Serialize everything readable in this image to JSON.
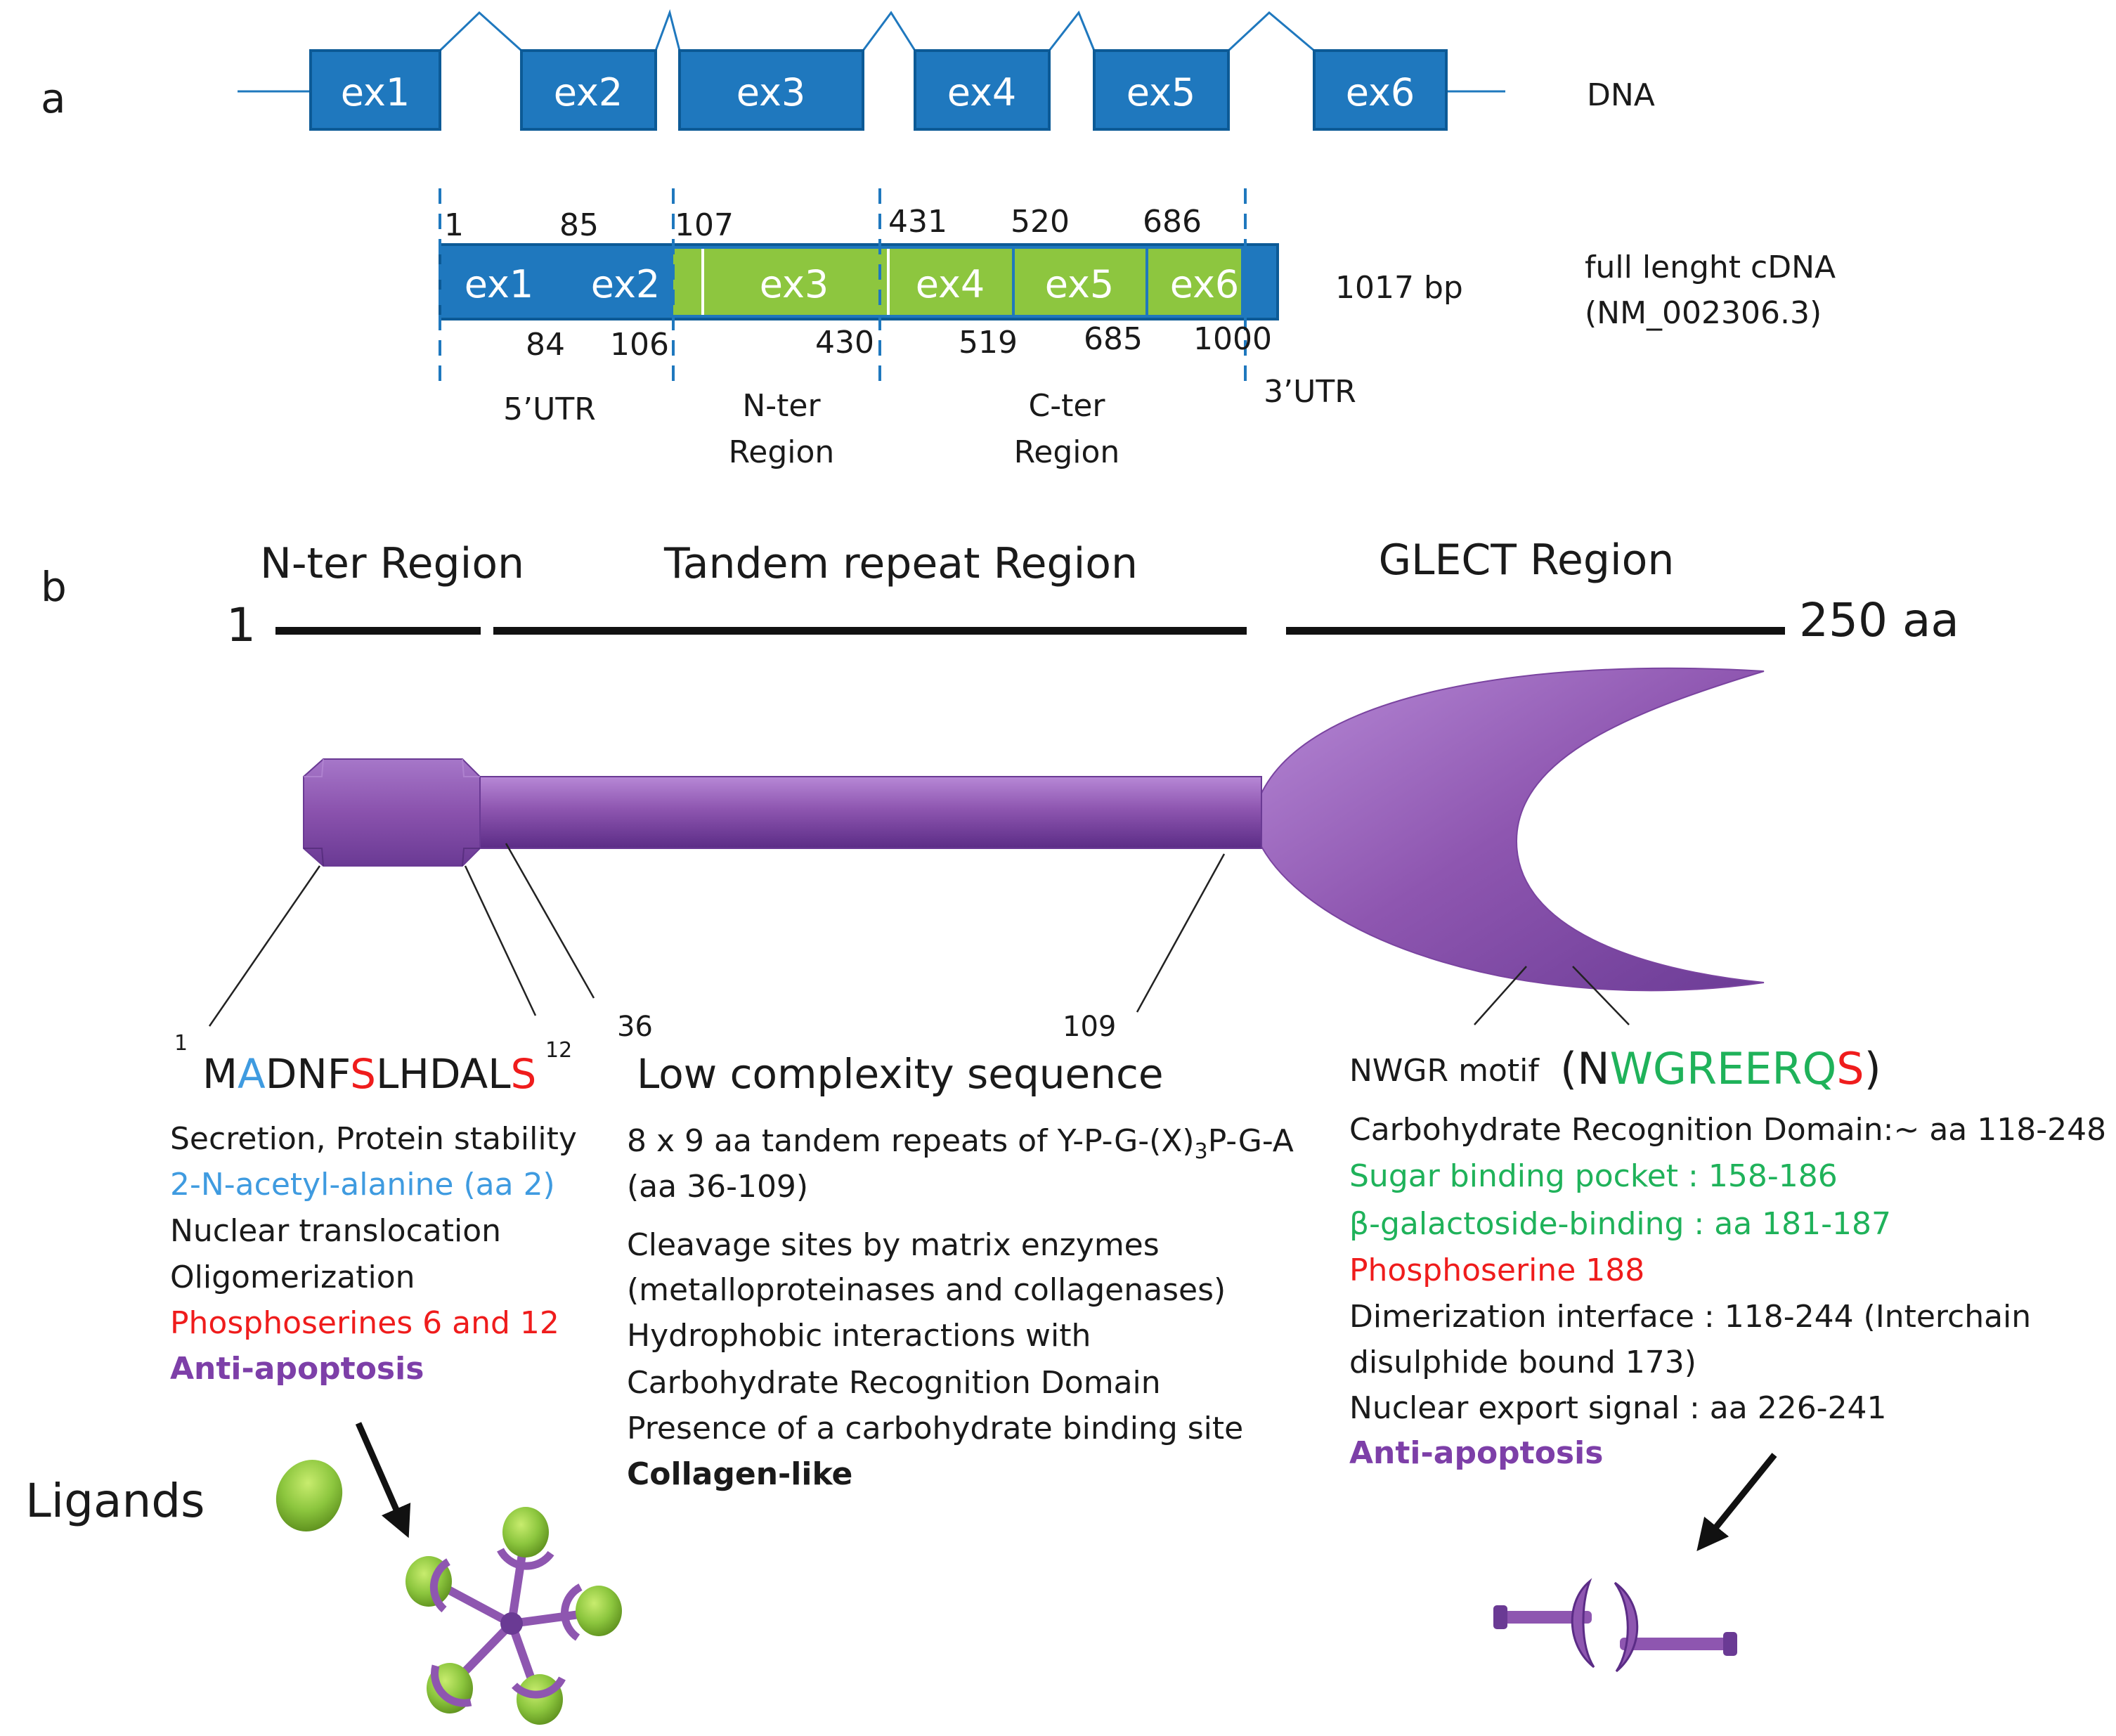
{
  "colors": {
    "exon_blue": "#1f78be",
    "exon_border": "#0c5a96",
    "coding_green": "#8dc63f",
    "protein_purple": "#8e56b0",
    "protein_dark": "#5b2c86",
    "text_black": "#1a1a1a",
    "blue_text": "#3f9be0",
    "red_text": "#ef1c1c",
    "green_text": "#1fb25a",
    "purple_text": "#7d3fa8",
    "ligand_green": "#8cc63e"
  },
  "panel_a": {
    "label": "a",
    "dna_label": "DNA",
    "exons": [
      "ex1",
      "ex2",
      "ex3",
      "ex4",
      "ex5",
      "ex6"
    ],
    "cdna_label_line1": "full lenght cDNA",
    "cdna_label_line2": "(NM_002306.3)",
    "cdna_length": "1017 bp",
    "positions_top": [
      "1",
      "85",
      "107",
      "431",
      "520",
      "686"
    ],
    "positions_bottom": [
      "84",
      "106",
      "430",
      "519",
      "685",
      "1000"
    ],
    "regions": {
      "utr5": "5’UTR",
      "nter_line1": "N-ter",
      "nter_line2": "Region",
      "cter_line1": "C-ter",
      "cter_line2": "Region",
      "utr3": "3’UTR"
    }
  },
  "panel_b": {
    "label": "b",
    "region_nter": "N-ter Region",
    "region_tandem": "Tandem repeat Region",
    "region_glect": "GLECT Region",
    "scale_start": "1",
    "scale_end": "250 aa",
    "markers": {
      "m1": "1",
      "m12": "12",
      "m36": "36",
      "m109": "109"
    },
    "nter_sequence": [
      "M",
      "A",
      "DNF",
      "S",
      "LHDAL",
      "S"
    ],
    "nter_features": {
      "f1": "Secretion, Protein stability",
      "f2": "2-N-acetyl-alanine (aa 2)",
      "f3": "Nuclear translocation",
      "f4": "Oligomerization",
      "f5": "Phosphoserines 6 and 12",
      "f6": "Anti-apoptosis"
    },
    "low_complexity_title": "Low complexity sequence",
    "tandem_features": {
      "t1a": "8 x 9 aa tandem repeats of Y-P-G-(X)",
      "t1sub": "3",
      "t1b": "P-G-A",
      "t2": "(aa 36-109)",
      "t3": "Cleavage sites by matrix enzymes",
      "t4": "(metalloproteinases and collagenases)",
      "t5": "Hydrophobic  interactions with",
      "t6": "Carbohydrate Recognition Domain",
      "t7": "Presence of a carbohydrate binding site",
      "t8": "Collagen-like"
    },
    "nwgr_label": "NWGR motif",
    "nwgr_sequence": [
      "(",
      "N",
      "WGREERQ",
      "S",
      ")"
    ],
    "glect_features": {
      "g1": "Carbohydrate Recognition Domain:~ aa 118-248",
      "g2": "Sugar binding pocket : 158-186",
      "g3": "β-galactoside-binding : aa 181-187",
      "g4": "Phosphoserine 188",
      "g5": "Dimerization interface : 118-244 (Interchain",
      "g6": "disulphide bound 173)",
      "g7": "Nuclear export signal : aa 226-241",
      "g8": "Anti-apoptosis"
    },
    "ligands_label": "Ligands"
  }
}
